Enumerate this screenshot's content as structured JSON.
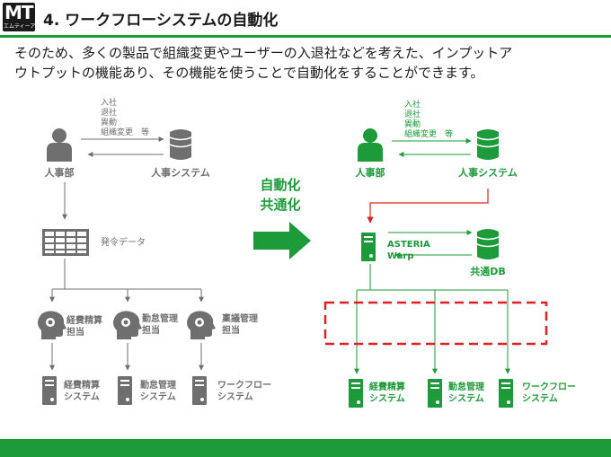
{
  "header": {
    "logo_text": "MT",
    "logo_subtext": "エムティーアイ",
    "title": "4. ワークフローシステムの自動化"
  },
  "intro": {
    "line1": "そのため、多くの製品で組織変更やユーザーの入退社などを考えた、インプットア",
    "line2": "ウトプットの機能あり、その機能を使うことで自動化をすることができます。"
  },
  "left": {
    "events": [
      "入社",
      "退社",
      "異動",
      "組織変更　等"
    ],
    "hr_dept": "人事部",
    "hr_system": "人事システム",
    "order_data": "発令データ",
    "staff": [
      {
        "line1": "経費精算",
        "line2": "担当"
      },
      {
        "line1": "勤怠管理",
        "line2": "担当"
      },
      {
        "line1": "稟議管理",
        "line2": "担当"
      }
    ],
    "systems": [
      {
        "line1": "経費精算",
        "line2": "システム"
      },
      {
        "line1": "勤怠管理",
        "line2": "システム"
      },
      {
        "line1": "ワークフロー",
        "line2": "システム"
      }
    ]
  },
  "center": {
    "line1": "自動化",
    "line2": "共通化"
  },
  "right": {
    "events": [
      "入社",
      "退社",
      "異動",
      "組織変更　等"
    ],
    "hr_dept": "人事部",
    "hr_system": "人事システム",
    "asteria_line1": "ASTERIA",
    "asteria_line2": "Warp",
    "common_db": "共通DB",
    "systems": [
      {
        "line1": "経費精算",
        "line2": "システム"
      },
      {
        "line1": "勤怠管理",
        "line2": "システム"
      },
      {
        "line1": "ワークフロー",
        "line2": "システム"
      }
    ]
  },
  "colors": {
    "green": "#1d9a3a",
    "gray": "#6f6f6f",
    "red": "#e02020"
  }
}
